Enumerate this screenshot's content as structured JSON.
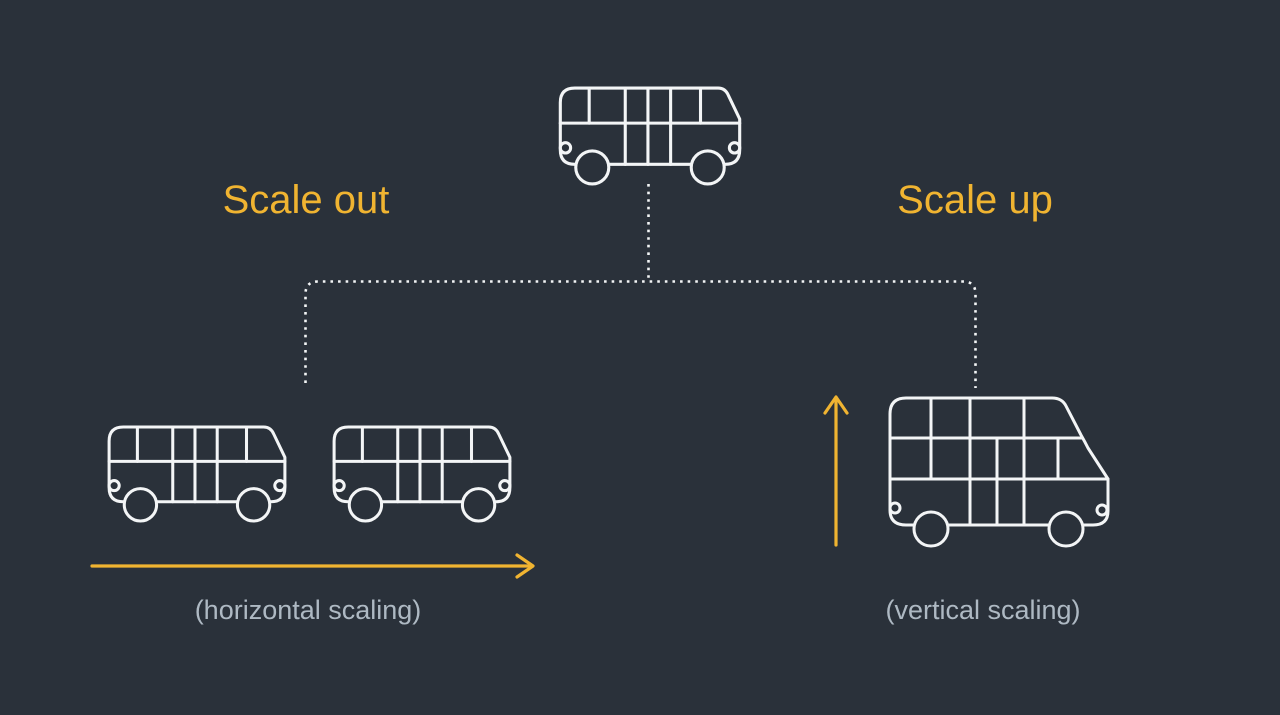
{
  "diagram": {
    "scale_out_label": "Scale out",
    "scale_up_label": "Scale up",
    "horizontal_caption": "(horizontal scaling)",
    "vertical_caption": "(vertical scaling)"
  },
  "icons": {
    "root_node": "bus-icon",
    "scale_out_nodes": [
      "bus-icon",
      "bus-icon"
    ],
    "scale_up_node": "large-bus-icon",
    "connector": "dotted-tree-connector",
    "horizontal_arrow": "right-arrow-icon",
    "vertical_arrow": "up-arrow-icon"
  },
  "colors": {
    "background": "#2a313a",
    "line": "#f3f5f6",
    "accent": "#f0b431",
    "caption_gray": "#aeb9c3"
  }
}
